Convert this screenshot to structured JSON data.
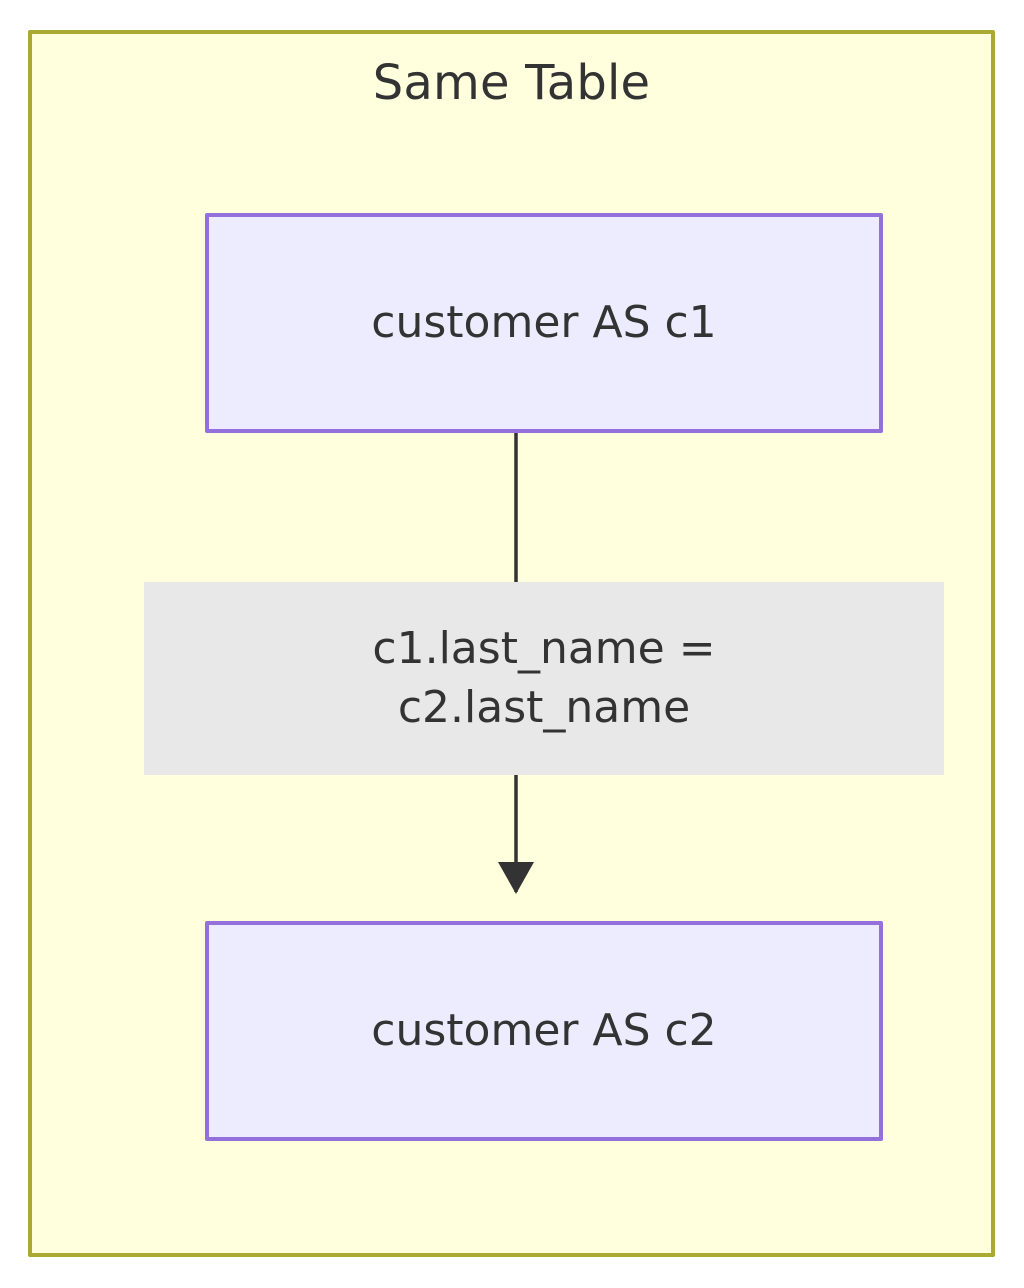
{
  "diagram": {
    "type": "flowchart",
    "direction": "top-to-bottom",
    "container": {
      "title": "Same Table",
      "fill_color": "#ffffde",
      "border_color": "#aaaa33"
    },
    "nodes": [
      {
        "id": "c1",
        "label": "customer AS c1",
        "fill_color": "#ececfe",
        "border_color": "#9370db",
        "text_color": "#333333"
      },
      {
        "id": "c2",
        "label": "customer AS c2",
        "fill_color": "#ececfe",
        "border_color": "#9370db",
        "text_color": "#333333"
      }
    ],
    "edges": [
      {
        "from": "c1",
        "to": "c2",
        "arrow": "solid-triangle",
        "line_color": "#333333",
        "label_background": "#e8e8e8",
        "label_lines": [
          "c1.last_name =",
          "c2.last_name"
        ]
      }
    ]
  }
}
